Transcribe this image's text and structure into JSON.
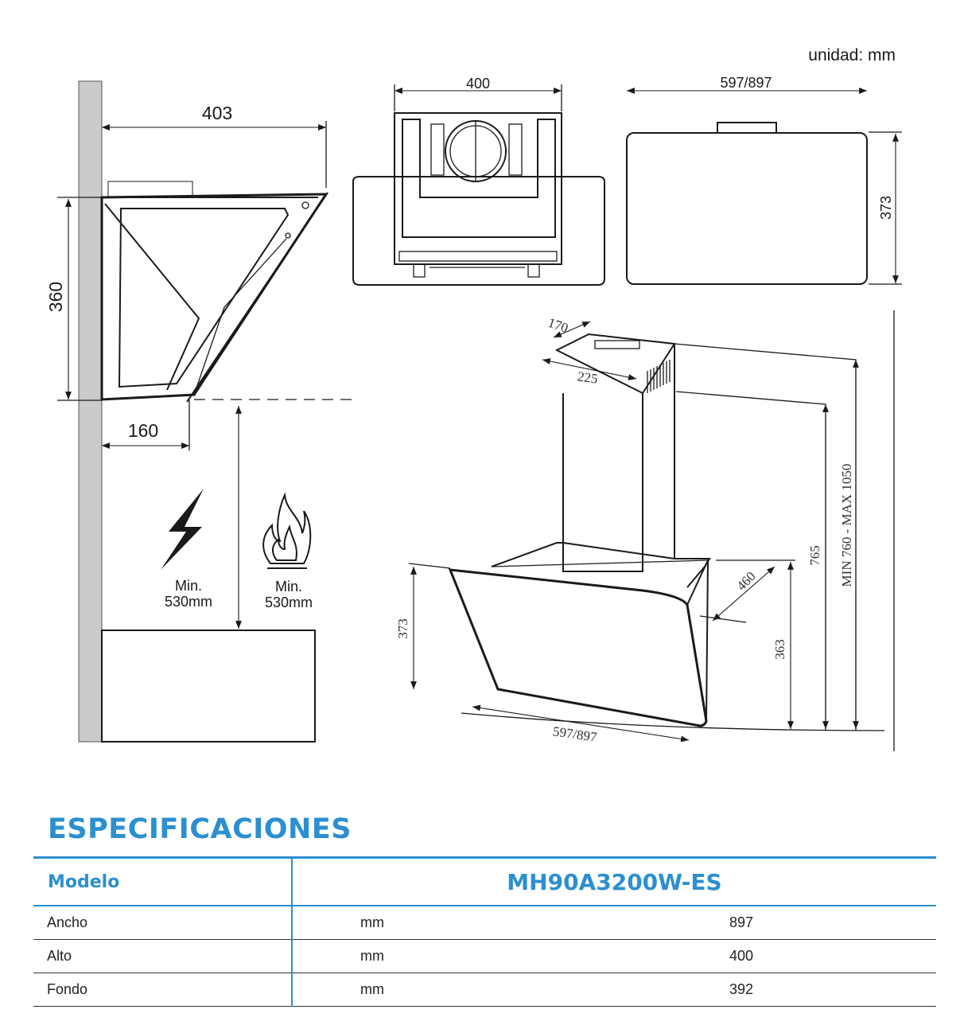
{
  "drawing": {
    "unit_note": "unidad: mm",
    "side_view": {
      "depth": "403",
      "height": "360",
      "offset": "160",
      "electric_min_label": "Min.",
      "electric_min_value": "530mm",
      "gas_min_label": "Min.",
      "gas_min_value": "530mm"
    },
    "top_view": {
      "width": "400"
    },
    "front_view": {
      "width": "597/897",
      "height": "373"
    },
    "iso_view": {
      "chimney_depth": "170",
      "chimney_width": "225",
      "glass_height": "373",
      "hood_depth": "460",
      "hood_height": "363",
      "wall_height": "765",
      "range": "MIN 760 - MAX 1050",
      "width": "597/897"
    }
  },
  "specs": {
    "title": "ESPECIFICACIONES",
    "header_label": "Modelo",
    "model": "MH90A3200W-ES",
    "rows": [
      {
        "label": "Ancho",
        "unit": "mm",
        "value": "897"
      },
      {
        "label": "Alto",
        "unit": "mm",
        "value": "400"
      },
      {
        "label": "Fondo",
        "unit": "mm",
        "value": "392"
      }
    ]
  }
}
